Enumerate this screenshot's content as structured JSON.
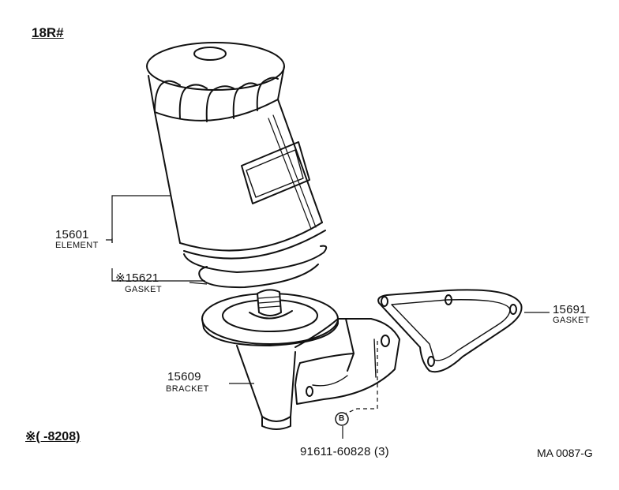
{
  "model": "18R#",
  "parts": [
    {
      "number": "15601",
      "name": "ELEMENT"
    },
    {
      "number": "※15621",
      "name": "GASKET"
    },
    {
      "number": "15691",
      "name": "GASKET"
    },
    {
      "number": "15609",
      "name": "BRACKET"
    },
    {
      "number": "91611-60828 (3)",
      "name": ""
    }
  ],
  "callout": "B",
  "footnote": "※(      -8208)",
  "reference": "MA 0087-G"
}
